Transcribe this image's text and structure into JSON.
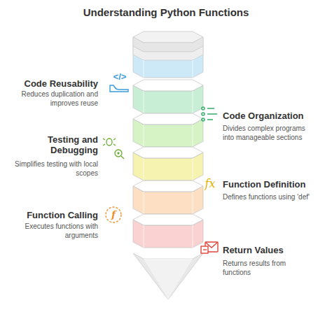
{
  "diagram": {
    "title": "Understanding Python Functions",
    "labels": [
      "Code Reusability",
      "Reduces duplication and improves reuse",
      "</>",
      "Code Organization",
      "Divides complex programs into manageable sections",
      "Testing and Debugging",
      "Simplifies testing with local scopes",
      "Function Definition",
      "Defines functions using 'def'",
      "fx",
      "Function Calling",
      "Executes functions with arguments",
      "f",
      "Return Values",
      "Returns results from functions"
    ]
  }
}
